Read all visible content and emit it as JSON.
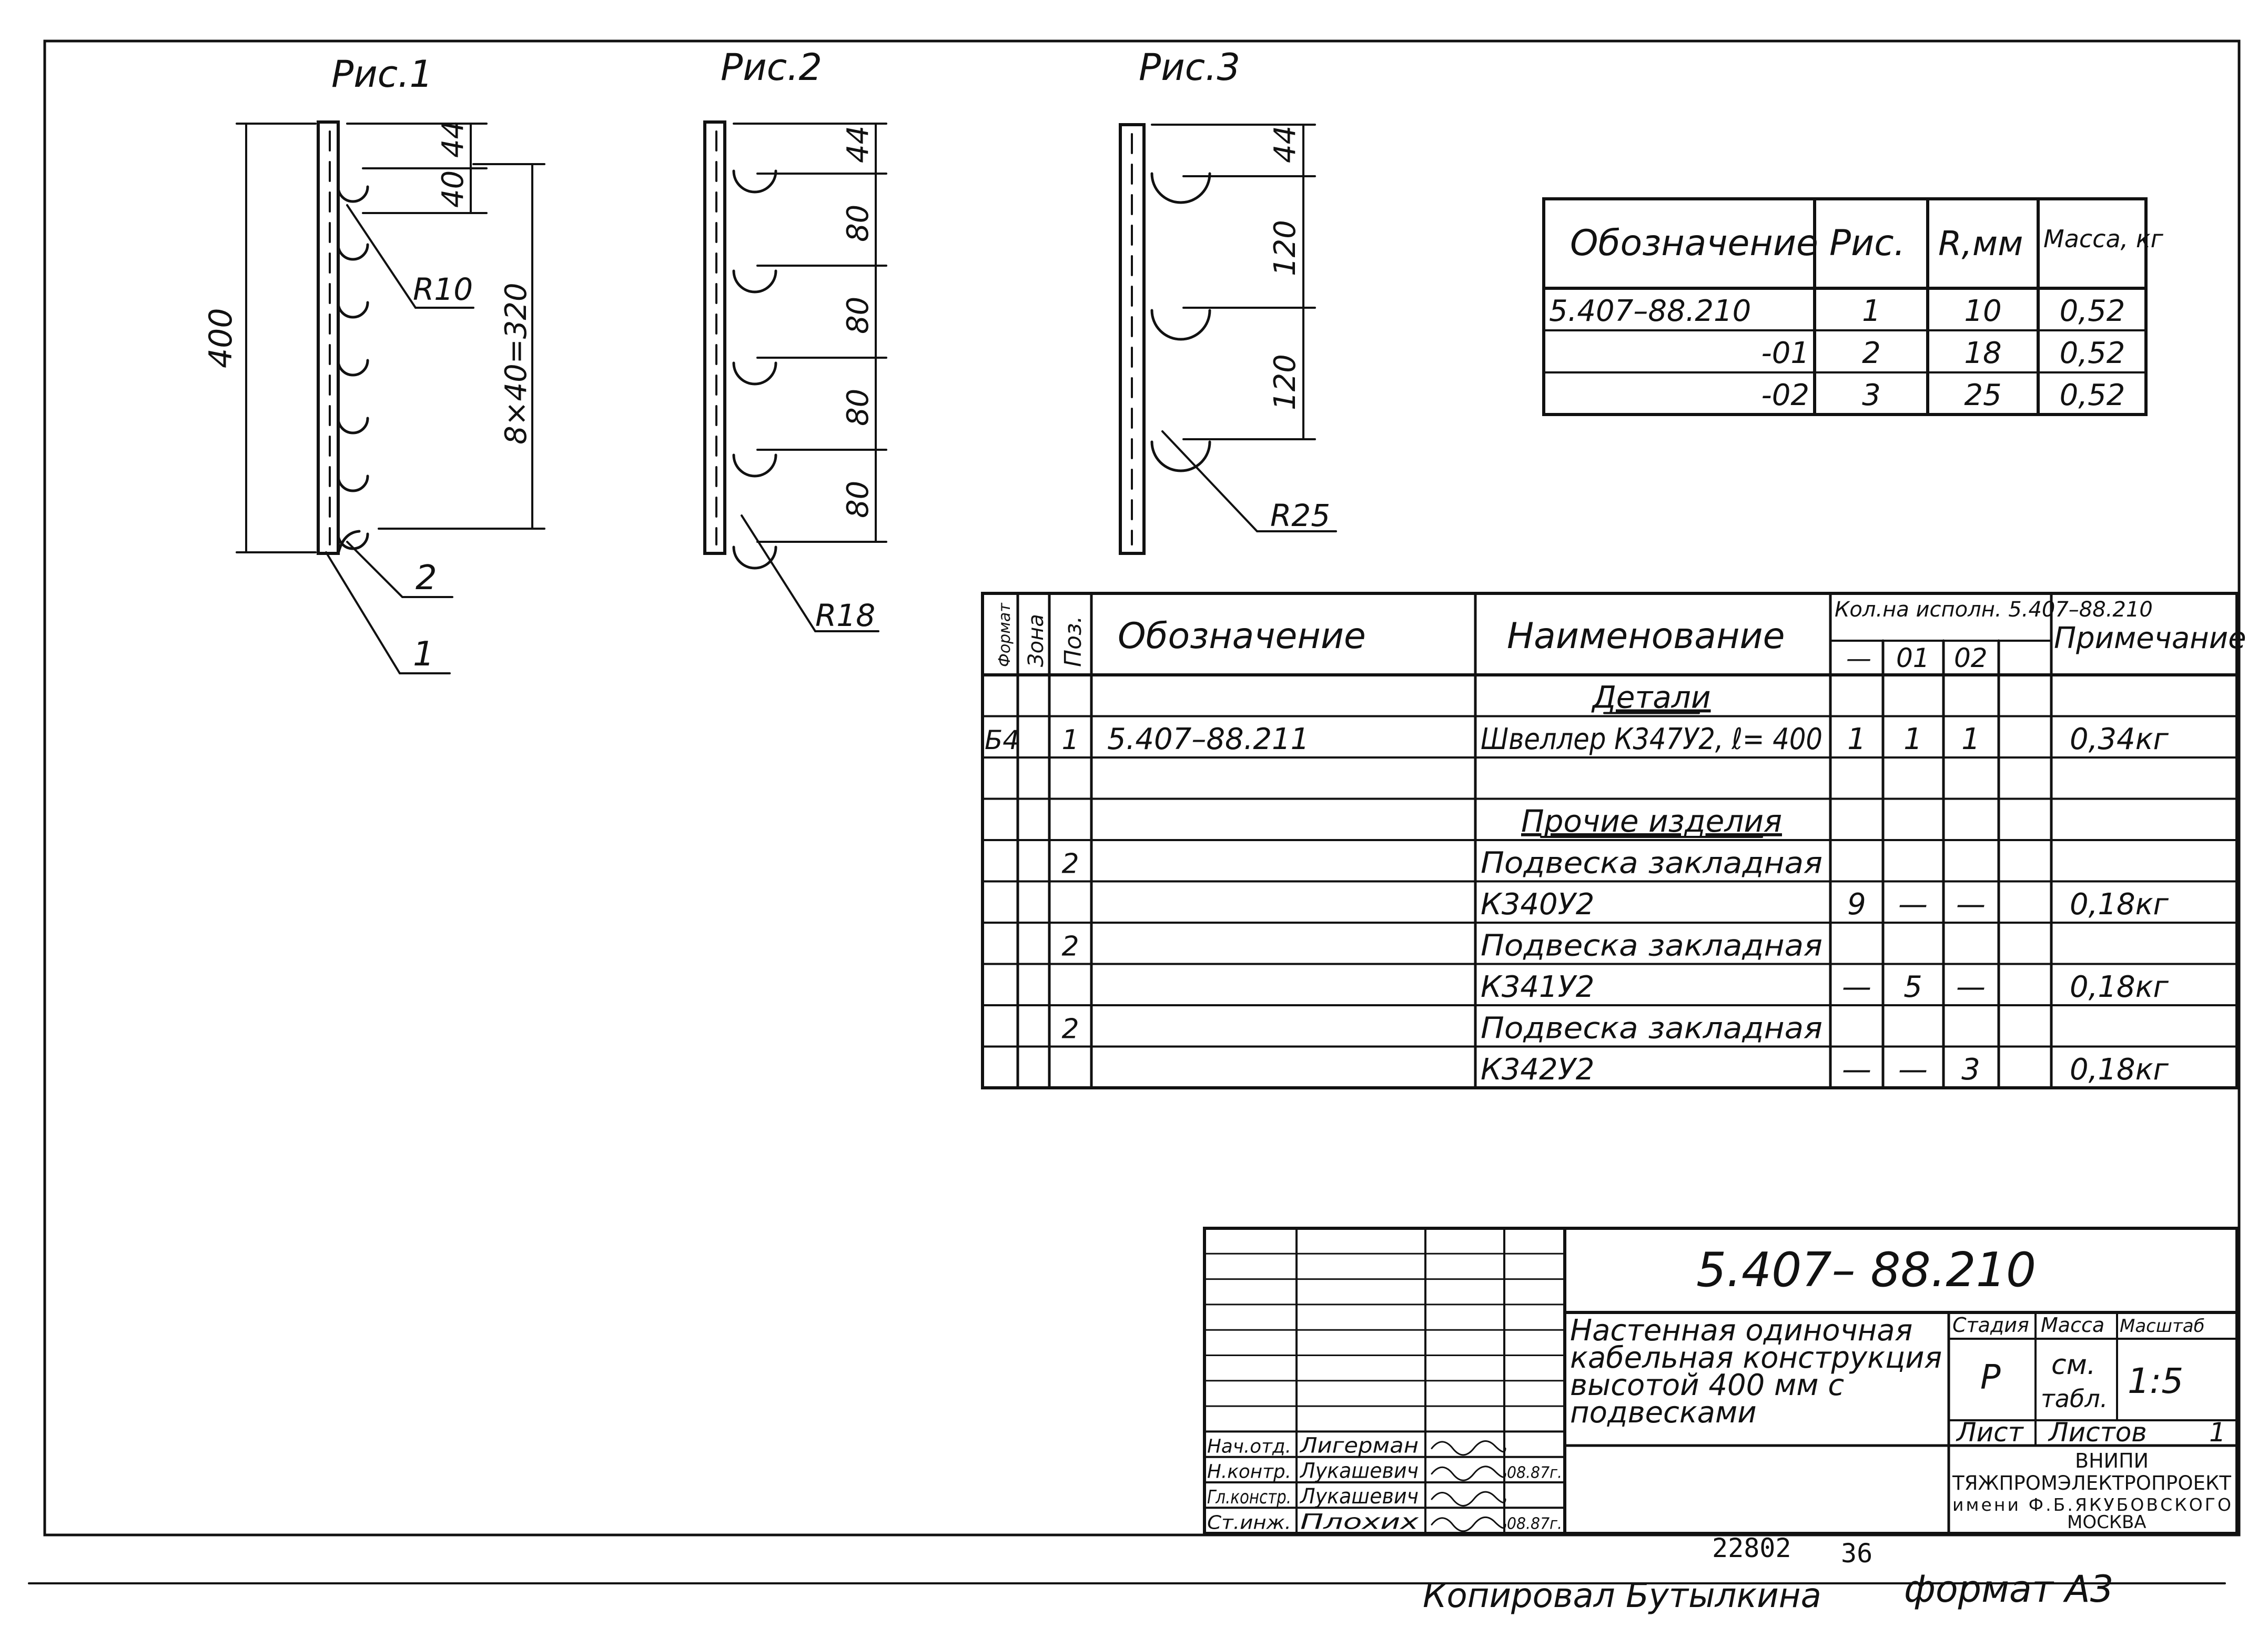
{
  "figures": {
    "fig1": {
      "title": "Рис.1",
      "dim_overall": "400",
      "dim_top": "44",
      "dim_step": "40",
      "dim_span": "8×40=320",
      "radius": "R10",
      "leader_2": "2",
      "leader_1": "1"
    },
    "fig2": {
      "title": "Рис.2",
      "dim_top": "44",
      "dim_steps": [
        "80",
        "80",
        "80",
        "80"
      ],
      "radius": "R18"
    },
    "fig3": {
      "title": "Рис.3",
      "dim_top": "44",
      "dim_steps": [
        "120",
        "120"
      ],
      "radius": "R25"
    }
  },
  "variants_table": {
    "headers": {
      "designation": "Обозначение",
      "fig": "Рис.",
      "radius": "R,мм",
      "mass": "Масса, кг"
    },
    "rows": [
      {
        "designation": "5.407–88.210",
        "fig": "1",
        "radius": "10",
        "mass": "0,52"
      },
      {
        "designation": "-01",
        "fig": "2",
        "radius": "18",
        "mass": "0,52"
      },
      {
        "designation": "-02",
        "fig": "3",
        "radius": "25",
        "mass": "0,52"
      }
    ]
  },
  "spec_table": {
    "headers": {
      "format": "Формат",
      "zone": "Зона",
      "pos": "Поз.",
      "designation": "Обозначение",
      "name": "Наименование",
      "qty_group": "Кол.на исполн. 5.407–88.210",
      "qty_cols": [
        "—",
        "01",
        "02",
        ""
      ],
      "note": "Примечание"
    },
    "rows": [
      {
        "format": "",
        "zone": "",
        "pos": "",
        "designation": "",
        "name": "Детали",
        "heading": true,
        "q": [
          "",
          "",
          "",
          ""
        ],
        "note": ""
      },
      {
        "format": "Б4",
        "zone": "",
        "pos": "1",
        "designation": "5.407–88.211",
        "name": "Швеллер К347У2, ℓ= 400",
        "heading": false,
        "q": [
          "1",
          "1",
          "1",
          ""
        ],
        "note": "0,34кг"
      },
      {
        "format": "",
        "zone": "",
        "pos": "",
        "designation": "",
        "name": "",
        "heading": false,
        "q": [
          "",
          "",
          "",
          ""
        ],
        "note": ""
      },
      {
        "format": "",
        "zone": "",
        "pos": "",
        "designation": "",
        "name": "Прочие изделия",
        "heading": true,
        "q": [
          "",
          "",
          "",
          ""
        ],
        "note": ""
      },
      {
        "format": "",
        "zone": "",
        "pos": "2",
        "designation": "",
        "name": "Подвеска закладная",
        "heading": false,
        "q": [
          "",
          "",
          "",
          ""
        ],
        "note": ""
      },
      {
        "format": "",
        "zone": "",
        "pos": "",
        "designation": "",
        "name": "К340У2",
        "heading": false,
        "q": [
          "9",
          "—",
          "—",
          ""
        ],
        "note": "0,18кг"
      },
      {
        "format": "",
        "zone": "",
        "pos": "2",
        "designation": "",
        "name": "Подвеска закладная",
        "heading": false,
        "q": [
          "",
          "",
          "",
          ""
        ],
        "note": ""
      },
      {
        "format": "",
        "zone": "",
        "pos": "",
        "designation": "",
        "name": "К341У2",
        "heading": false,
        "q": [
          "—",
          "5",
          "—",
          ""
        ],
        "note": "0,18кг"
      },
      {
        "format": "",
        "zone": "",
        "pos": "2",
        "designation": "",
        "name": "Подвеска закладная",
        "heading": false,
        "q": [
          "",
          "",
          "",
          ""
        ],
        "note": ""
      },
      {
        "format": "",
        "zone": "",
        "pos": "",
        "designation": "",
        "name": "К342У2",
        "heading": false,
        "q": [
          "—",
          "—",
          "3",
          ""
        ],
        "note": "0,18кг"
      }
    ]
  },
  "title_block": {
    "doc_number": "5.407– 88.210",
    "title_lines": [
      "Настенная одиночная",
      "кабельная конструкция",
      "высотой  400 мм  с",
      "подвесками"
    ],
    "stage_label": "Стадия",
    "mass_label": "Масса",
    "scale_label": "Масштаб",
    "stage": "Р",
    "mass_lines": [
      "см.",
      "табл."
    ],
    "scale": "1:5",
    "sheet_label": "Лист",
    "sheets_label": "Листов",
    "sheets": "1",
    "org_lines": [
      "ВНИПИ",
      "ТЯЖПРОМЭЛЕКТРОПРОЕКТ",
      "имени Ф.Б.ЯКУБОВСКОГО",
      "МОСКВА"
    ],
    "signatures": [
      {
        "role": "Нач.отд.",
        "name": "Лигерман",
        "date": ""
      },
      {
        "role": "Н.контр.",
        "name": "Лукашевич",
        "date": "08.87г."
      },
      {
        "role": "Гл.констр.",
        "name": "Лукашевич",
        "date": ""
      },
      {
        "role": "Ст.инж.",
        "name": "Плохих",
        "date": "08.87г."
      }
    ]
  },
  "footer": {
    "inventory_number": "22802",
    "page": "36",
    "copied_by": "Копировал  Бутылкина",
    "format": "формат А3"
  }
}
